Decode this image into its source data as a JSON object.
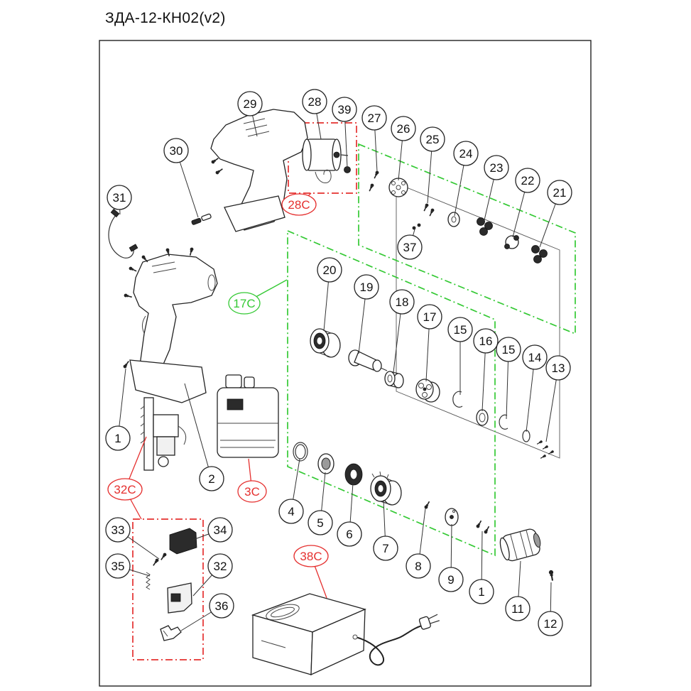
{
  "title": "ЗДА-12-КН02(v2)",
  "colors": {
    "ink": "#1a1a1a",
    "red": "#e5302f",
    "green": "#34c934",
    "paper": "#ffffff"
  },
  "callouts": [
    {
      "label": "29",
      "style": "plain"
    },
    {
      "label": "28",
      "style": "plain"
    },
    {
      "label": "39",
      "style": "plain"
    },
    {
      "label": "27",
      "style": "plain"
    },
    {
      "label": "26",
      "style": "plain"
    },
    {
      "label": "25",
      "style": "plain"
    },
    {
      "label": "24",
      "style": "plain"
    },
    {
      "label": "23",
      "style": "plain"
    },
    {
      "label": "22",
      "style": "plain"
    },
    {
      "label": "21",
      "style": "plain"
    },
    {
      "label": "30",
      "style": "plain"
    },
    {
      "label": "31",
      "style": "plain"
    },
    {
      "label": "28C",
      "style": "red"
    },
    {
      "label": "37",
      "style": "plain"
    },
    {
      "label": "17C",
      "style": "green"
    },
    {
      "label": "20",
      "style": "plain"
    },
    {
      "label": "19",
      "style": "plain"
    },
    {
      "label": "18",
      "style": "plain"
    },
    {
      "label": "17",
      "style": "plain"
    },
    {
      "label": "15",
      "style": "plain"
    },
    {
      "label": "16",
      "style": "plain"
    },
    {
      "label": "15",
      "style": "plain"
    },
    {
      "label": "14",
      "style": "plain"
    },
    {
      "label": "13",
      "style": "plain"
    },
    {
      "label": "1",
      "style": "plain"
    },
    {
      "label": "2",
      "style": "plain"
    },
    {
      "label": "32C",
      "style": "red"
    },
    {
      "label": "3C",
      "style": "red"
    },
    {
      "label": "4",
      "style": "plain"
    },
    {
      "label": "5",
      "style": "plain"
    },
    {
      "label": "6",
      "style": "plain"
    },
    {
      "label": "7",
      "style": "plain"
    },
    {
      "label": "8",
      "style": "plain"
    },
    {
      "label": "9",
      "style": "plain"
    },
    {
      "label": "1",
      "style": "plain"
    },
    {
      "label": "11",
      "style": "plain"
    },
    {
      "label": "12",
      "style": "plain"
    },
    {
      "label": "33",
      "style": "plain"
    },
    {
      "label": "34",
      "style": "plain"
    },
    {
      "label": "35",
      "style": "plain"
    },
    {
      "label": "32",
      "style": "plain"
    },
    {
      "label": "36",
      "style": "plain"
    },
    {
      "label": "38C",
      "style": "red"
    }
  ]
}
